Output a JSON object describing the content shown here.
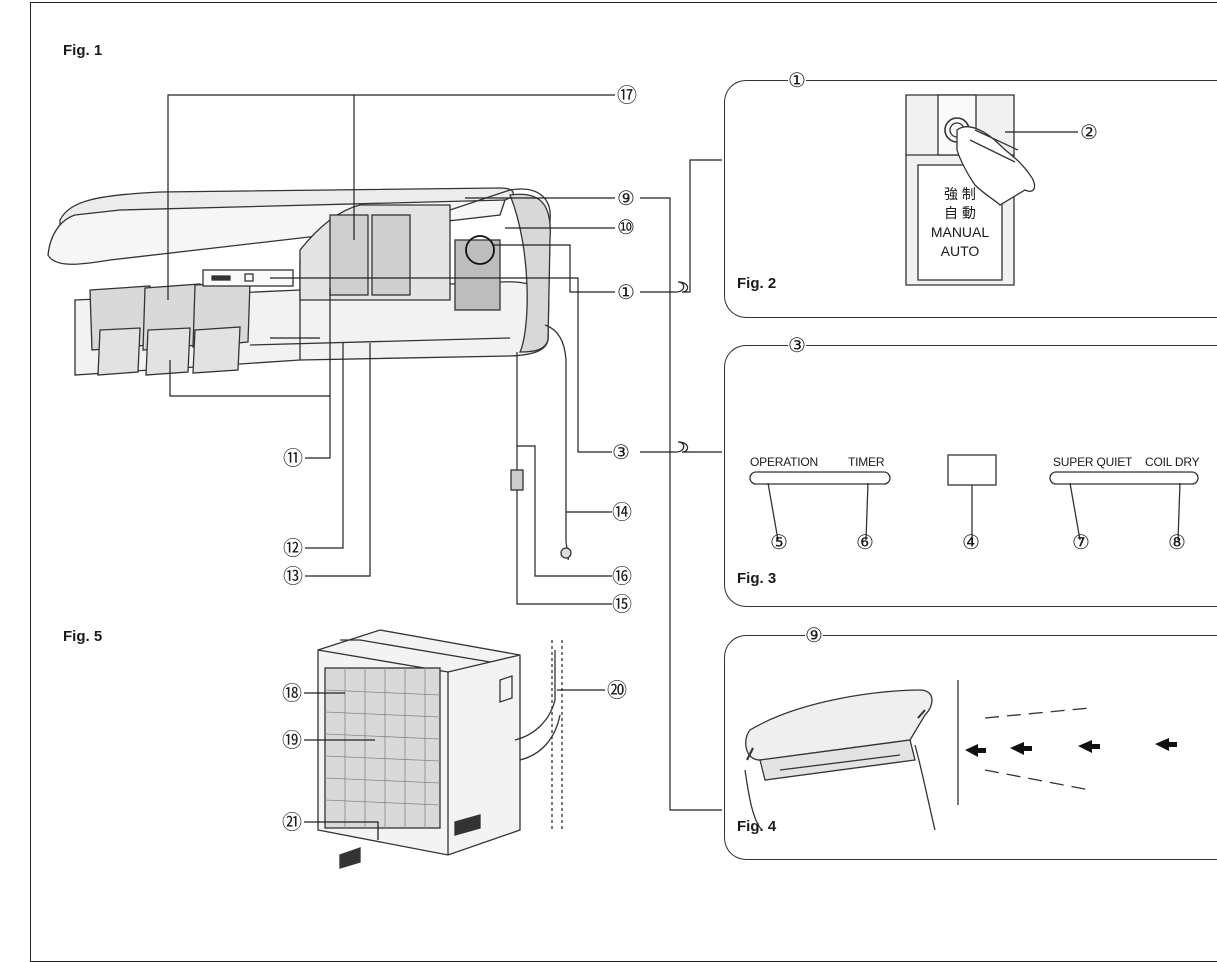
{
  "figures": {
    "fig1": "Fig. 1",
    "fig2": "Fig. 2",
    "fig3": "Fig. 3",
    "fig4": "Fig. 4",
    "fig5": "Fig. 5"
  },
  "callouts": {
    "c1": "①",
    "c2": "②",
    "c3": "③",
    "c4": "④",
    "c5": "⑤",
    "c6": "⑥",
    "c7": "⑦",
    "c8": "⑧",
    "c9": "⑨",
    "c10": "⑩",
    "c11": "⑪",
    "c12": "⑫",
    "c13": "⑬",
    "c14": "⑭",
    "c15": "⑮",
    "c16": "⑯",
    "c17": "⑰",
    "c18": "⑱",
    "c19": "⑲",
    "c20": "⑳",
    "c21": "㉑"
  },
  "fig2_button": {
    "line1": "強 制",
    "line2": "自 動",
    "line3": "MANUAL",
    "line4": "AUTO"
  },
  "fig3_panel": {
    "operation": "OPERATION",
    "timer": "TIMER",
    "super_quiet": "SUPER QUIET",
    "coil_dry": "COIL DRY"
  }
}
